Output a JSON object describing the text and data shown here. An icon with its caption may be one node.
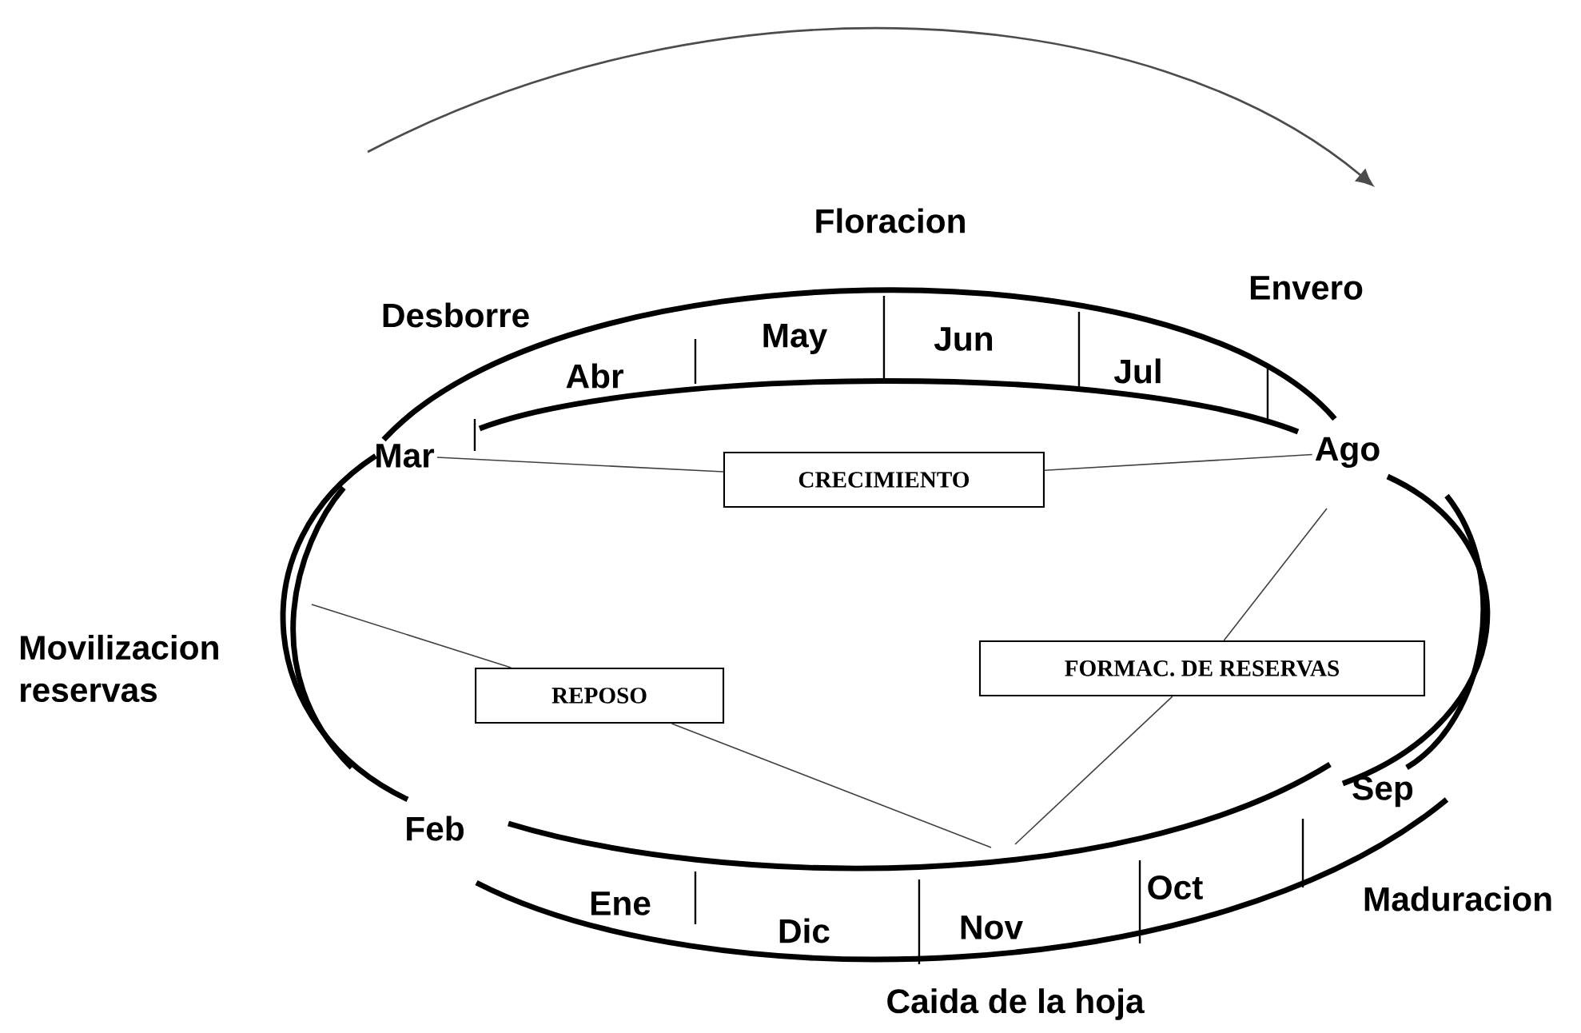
{
  "diagram": {
    "nodes": [
      {
        "text": [
          "CRECIMIENTO"
        ]
      },
      {
        "text": [
          "REPOSO"
        ]
      },
      {
        "text": [
          "FORMAC. DE RESERVAS"
        ]
      },
      {
        "text": [
          "Mar"
        ]
      },
      {
        "text": [
          "Ago"
        ]
      }
    ],
    "edges": [
      {
        "from": 0,
        "to": 3,
        "arrow": "none"
      },
      {
        "from": 0,
        "to": 4,
        "arrow": "none"
      },
      {
        "from": 1,
        "to": null,
        "arrow": "none"
      },
      {
        "from": 1,
        "to": null,
        "arrow": "none"
      },
      {
        "from": 2,
        "to": null,
        "arrow": "none"
      },
      {
        "from": 2,
        "to": null,
        "arrow": "none"
      }
    ],
    "labels": [
      "Floracion",
      "Desborre",
      "Envero",
      "May",
      "Jun",
      "Abr",
      "Jul",
      "Movilizacion reservas",
      "Sep",
      "Feb",
      "Oct",
      "Ene",
      "Maduracion",
      "Dic",
      "Nov",
      "Caida de la hoja"
    ]
  }
}
